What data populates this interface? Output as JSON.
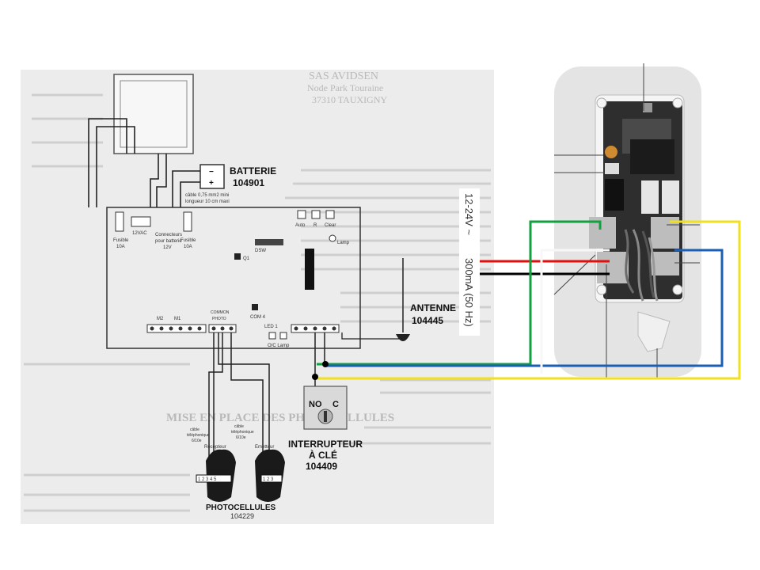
{
  "scan": {
    "battery_title": "BATTERIE",
    "battery_code": "104901",
    "battery_note_1": "câble 0,75 mm2 mini",
    "battery_note_2": "longueur 10 cm maxi",
    "connector_note_1": "Connecteurs",
    "connector_note_2": "pour batterie",
    "connector_note_3": "12V",
    "fuse_left_1": "Fusible",
    "fuse_left_2": "10A",
    "fuse_right_1": "Fusible",
    "fuse_right_2": "10A",
    "ac_label": "12VAC",
    "btn_auto": "Auto",
    "btn_r": "R",
    "btn_clear": "Clear",
    "lamp_label": "Lamp",
    "q1_label": "Q1",
    "dsw_label": "DSW",
    "com_label": "COM 4",
    "led_label": "LED 1",
    "oc_lamp_label": "O/C Lamp",
    "m2_label": "M2",
    "m1_label": "M1",
    "term_photo_1": "PHOTO",
    "term_photo_2": "COMMON",
    "antenna_title": "ANTENNE",
    "antenna_code": "104445",
    "key_title_1": "INTERRUPTEUR",
    "key_title_2": "À CLÉ",
    "key_code": "104409",
    "key_no": "NO",
    "key_c": "C",
    "photo_title": "PHOTOCELLULES",
    "photo_code": "104229",
    "receiver_label": "Récepteur",
    "emitter_label": "Emetteur",
    "cable_note_1": "câble",
    "cable_note_2": "téléphonique",
    "cable_note_3": "6/10e",
    "recv_terms": "1 2 3 4 5",
    "emit_terms": "1 2 3",
    "mise_en_place": "MISE EN PLACE DES PHOTOCELLULES",
    "bg_text_1": "SAS AVIDSEN",
    "bg_text_2": "Node Park Touraine",
    "bg_text_3": "37310 TAUXIGNY"
  },
  "annotations": {
    "voltage_label": "12-24V ~",
    "current_label": "300mA (50 Hz)"
  },
  "wires": {
    "red": "#e01010",
    "black": "#000000",
    "green": "#12a040",
    "blue": "#1a5fb4",
    "yellow": "#f0e020"
  }
}
